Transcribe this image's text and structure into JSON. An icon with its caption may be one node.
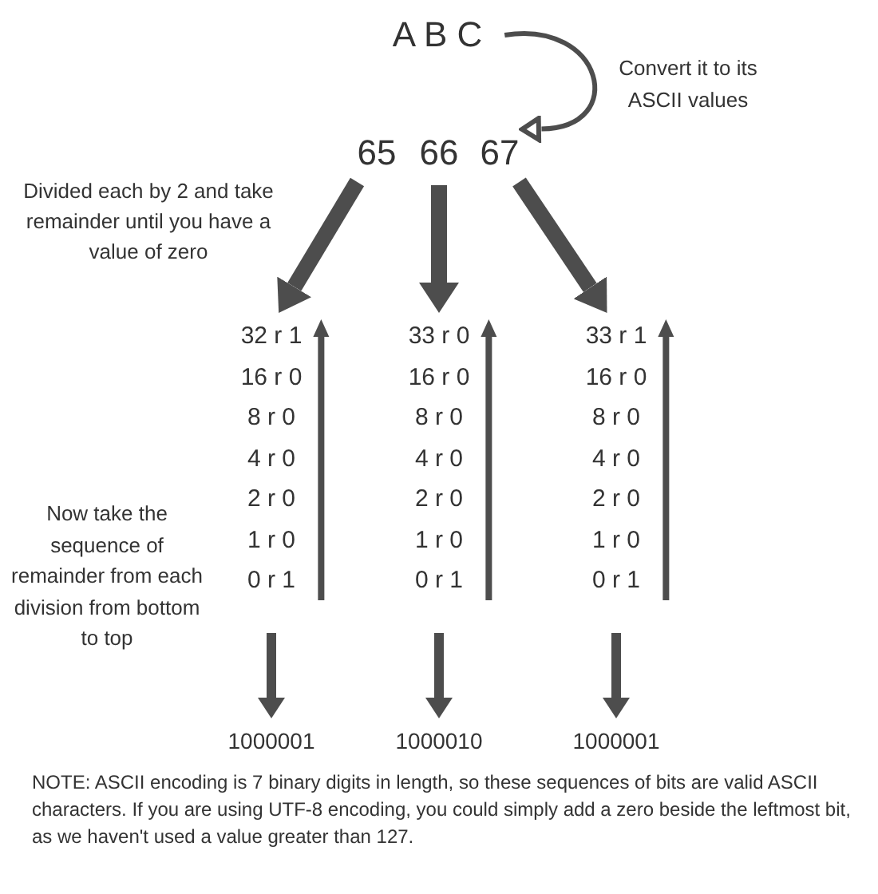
{
  "diagram": {
    "nodes": [
      {
        "text": [
          "A B C"
        ]
      },
      {
        "text": [
          "65"
        ]
      },
      {
        "text": [
          "66"
        ]
      },
      {
        "text": [
          "67"
        ]
      },
      {
        "text": [
          "32 r 1",
          "16 r 0",
          "8 r 0",
          "4 r 0",
          "2 r 0",
          "1 r 0",
          "0 r 1"
        ]
      },
      {
        "text": [
          "33 r 0",
          "16 r 0",
          "8 r 0",
          "4 r 0",
          "2 r 0",
          "1 r 0",
          "0 r 1"
        ]
      },
      {
        "text": [
          "33 r 1",
          "16 r 0",
          "8 r 0",
          "4 r 0",
          "2 r 0",
          "1 r 0",
          "0 r 1"
        ]
      },
      {
        "text": [
          "1000001"
        ]
      },
      {
        "text": [
          "1000010"
        ]
      },
      {
        "text": [
          "1000001"
        ]
      }
    ],
    "edges": [
      {
        "from": 0,
        "to": 3,
        "arrow": "to"
      },
      {
        "from": 1,
        "to": 4,
        "arrow": "to"
      },
      {
        "from": 2,
        "to": 5,
        "arrow": "to"
      },
      {
        "from": 3,
        "to": 6,
        "arrow": "to"
      },
      {
        "from": 4,
        "to": 7,
        "arrow": "to"
      },
      {
        "from": 5,
        "to": 8,
        "arrow": "to"
      },
      {
        "from": 6,
        "to": 9,
        "arrow": "to"
      }
    ],
    "labels": [
      "Convert it to its ASCII values",
      "Divided each by 2 and take remainder until you have a value of zero",
      "Now take the sequence of remainder from each division from bottom to top",
      "NOTE: ASCII encoding is 7 binary digits in length, so these sequences of bits are valid ASCII characters. If you are using UTF-8 encoding, you could simply add a zero beside the leftmost bit, as we haven't used a value greater than 127."
    ]
  }
}
